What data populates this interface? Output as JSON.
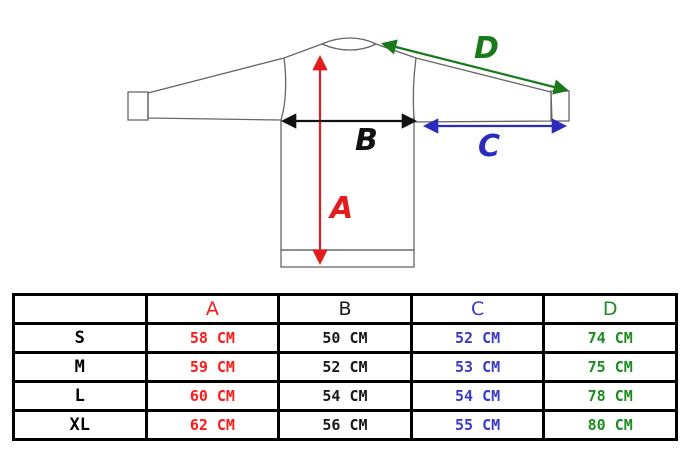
{
  "diagram": {
    "labels": {
      "a": "A",
      "b": "B",
      "c": "C",
      "d": "D"
    },
    "colors": {
      "a": "#e11d1d",
      "b": "#111111",
      "c": "#2b2bbd",
      "d": "#1a7a1a"
    }
  },
  "table": {
    "headers": [
      "",
      "A",
      "B",
      "C",
      "D"
    ],
    "rows": [
      {
        "size": "S",
        "a": "58 CM",
        "b": "50 CM",
        "c": "52 CM",
        "d": "74 CM"
      },
      {
        "size": "M",
        "a": "59 CM",
        "b": "52 CM",
        "c": "53 CM",
        "d": "75 CM"
      },
      {
        "size": "L",
        "a": "60 CM",
        "b": "54 CM",
        "c": "54 CM",
        "d": "78 CM"
      },
      {
        "size": "XL",
        "a": "62 CM",
        "b": "56 CM",
        "c": "55 CM",
        "d": "80 CM"
      }
    ]
  }
}
